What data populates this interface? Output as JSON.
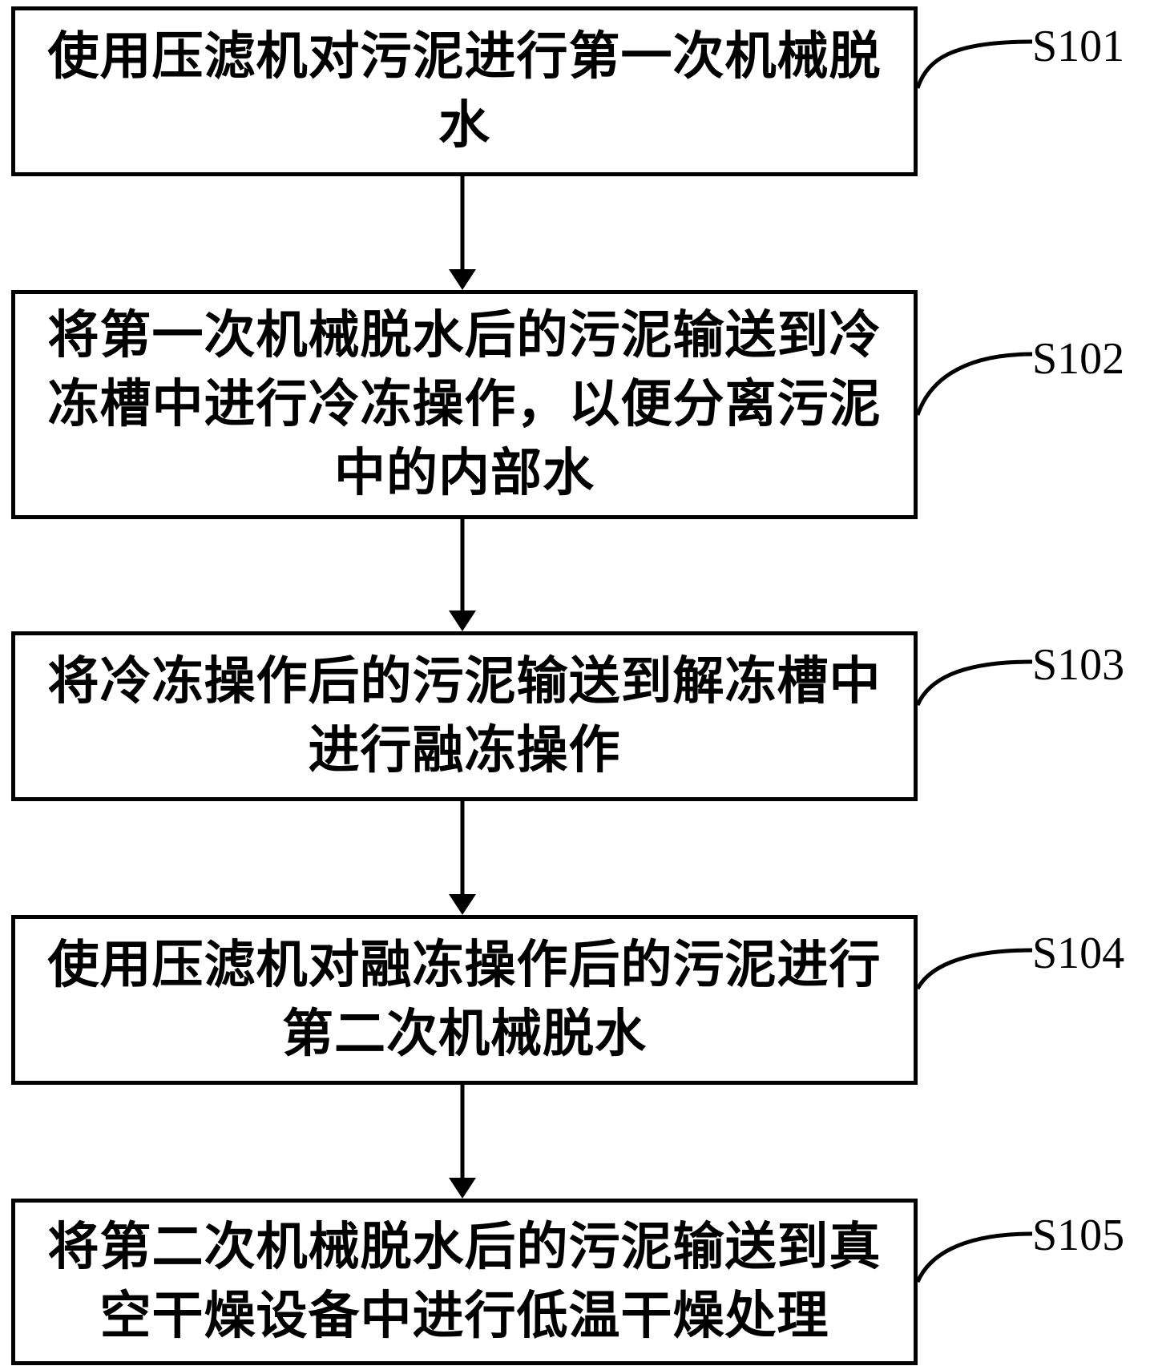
{
  "steps": [
    {
      "label": "S101",
      "text": "使用压滤机对污泥进行第一次机械脱水"
    },
    {
      "label": "S102",
      "text": "将第一次机械脱水后的污泥输送到冷冻槽中进行冷冻操作，以便分离污泥中的内部水"
    },
    {
      "label": "S103",
      "text": "将冷冻操作后的污泥输送到解冻槽中进行融冻操作"
    },
    {
      "label": "S104",
      "text": "使用压滤机对融冻操作后的污泥进行第二次机械脱水"
    },
    {
      "label": "S105",
      "text": "将第二次机械脱水后的污泥输送到真空干燥设备中进行低温干燥处理"
    }
  ]
}
